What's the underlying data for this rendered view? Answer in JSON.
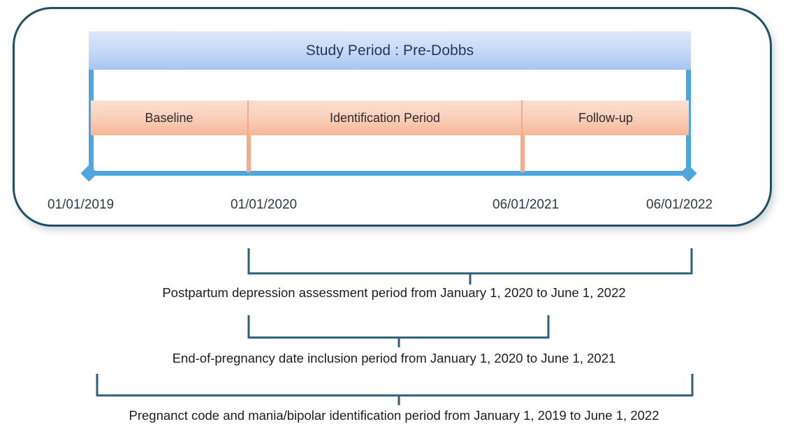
{
  "diagram": {
    "title": "Study Period : Pre-Dobbs",
    "colors": {
      "panel_border": "#1f5066",
      "header_gradient_top": "#dde8fb",
      "header_gradient_bottom": "#a6c5f1",
      "header_text": "#21375f",
      "axis_blue": "#4ea6dc",
      "phase_gradient_top": "#fbe0d2",
      "phase_gradient_bottom": "#f6b596",
      "bracket_stroke": "#2d5f7a",
      "caption_text": "#1d1d1d"
    },
    "phases": [
      {
        "label": "Baseline",
        "width_pct": 26.4
      },
      {
        "label": "Identification Period",
        "width_pct": 45.8
      },
      {
        "label": "Follow-up",
        "width_pct": 27.8
      }
    ],
    "axis": {
      "start_arrow": "diamond-arrow-left-icon",
      "end_arrow": "diamond-arrow-right-icon",
      "ticks": [
        {
          "label": "01/01/2019"
        },
        {
          "label": "01/01/2020"
        },
        {
          "label": "06/01/2021"
        },
        {
          "label": "06/01/2022"
        }
      ]
    },
    "brackets": [
      {
        "caption": "Postpartum depression assessment period from January 1, 2020 to June 1, 2022",
        "start_date": "January 1, 2020",
        "end_date": "June 1, 2022"
      },
      {
        "caption": "End-of-pregnancy date inclusion period from January 1, 2020 to June 1, 2021",
        "start_date": "January 1, 2020",
        "end_date": "June 1, 2021"
      },
      {
        "caption": "Pregnanct code and mania/bipolar identification period from January 1, 2019 to June 1, 2022",
        "start_date": "January 1, 2019",
        "end_date": "June 1, 2022"
      }
    ]
  }
}
